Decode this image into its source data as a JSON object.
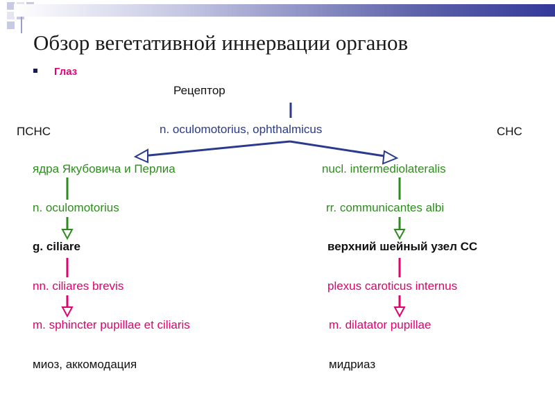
{
  "title": "Обзор вегетативной иннервации органов",
  "subtitle": "Глаз",
  "receptor": "Рецептор",
  "nerve_top": "n. oculomotorius, ophthalmicus",
  "left_label": "ПСНС",
  "right_label": "СНС",
  "left_column": [
    "ядра Якубовича и Перлиа",
    "n. oculomotorius",
    "g. ciliare",
    "nn. ciliares brevis",
    "m. sphincter pupillae et ciliaris",
    "миоз, аккомодация"
  ],
  "right_column": [
    "nucl. intermediolateralis",
    "rr. communicantes albi",
    "верхний шейный узел СС",
    "plexus caroticus internus",
    "m. dilatator pupillae",
    "мидриаз"
  ],
  "colors": {
    "green": "#2e8b1e",
    "pink": "#e2006f",
    "blue": "#2a3a8c"
  }
}
